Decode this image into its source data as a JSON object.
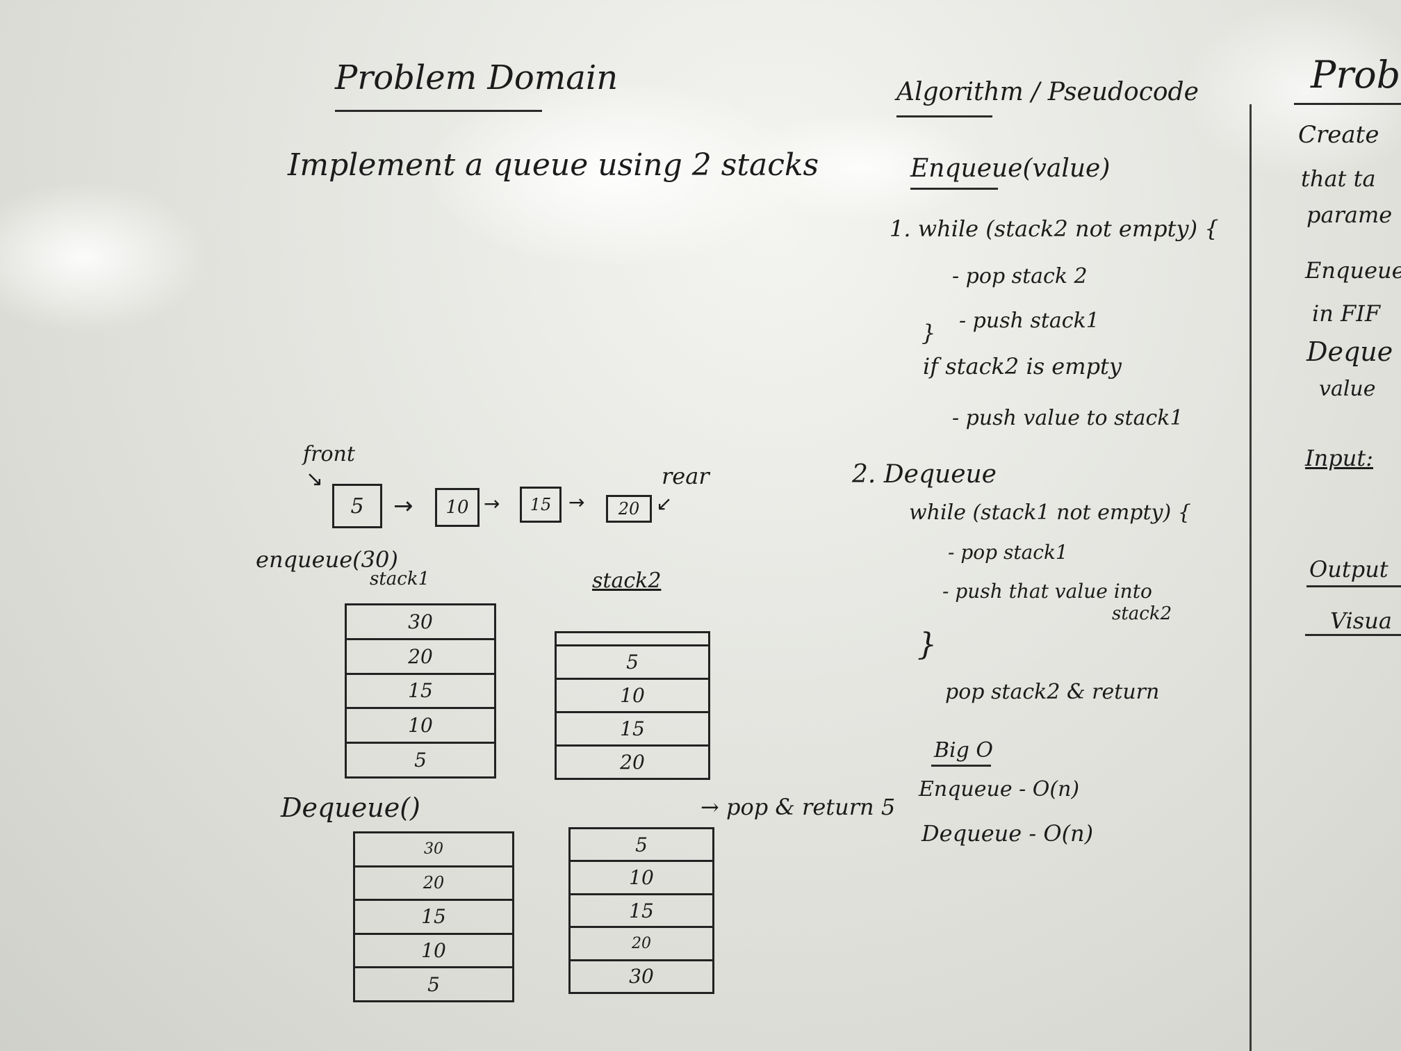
{
  "left": {
    "title": "Problem Domain",
    "problem": "Implement a queue using 2 stacks",
    "diagram": {
      "front_label": "front",
      "rear_label": "rear",
      "queue": [
        "5",
        "10",
        "15",
        "20"
      ],
      "enqueue_label": "enqueue(30)",
      "stack1_label": "stack1",
      "stack2_label": "stack2",
      "stack1_values": [
        "30",
        "20",
        "15",
        "10",
        "5"
      ],
      "stack2_values": [
        "5",
        "10",
        "15",
        "20"
      ],
      "dequeue_label": "Dequeue()",
      "dq_stack1_values": [
        "30",
        "20",
        "15",
        "10",
        "5"
      ],
      "dq_stack2_values": [
        "5",
        "10",
        "15",
        "20",
        "30"
      ],
      "pop_note": "→ pop & return 5"
    }
  },
  "middle": {
    "title": "Algorithm / Pseudocode",
    "enqueue_heading": "Enqueue(value)",
    "enqueue_lines": [
      "1. while (stack2 not empty) {",
      "- pop stack 2",
      "- push stack1",
      "}",
      "if stack2 is empty",
      "- push value to stack1"
    ],
    "dequeue_heading": "2. Dequeue",
    "dequeue_lines": [
      "while (stack1 not empty) {",
      "- pop stack1",
      "- push that value into",
      "stack2",
      "}",
      "pop stack2 & return"
    ],
    "bigo_heading": "Big O",
    "bigo_lines": [
      "Enqueue - O(n)",
      "Dequeue - O(n)"
    ]
  },
  "right": {
    "title": "Proble",
    "lines": [
      "Create",
      "that ta",
      "parame",
      "Enqueue",
      "in FIF",
      "Deque",
      "value"
    ],
    "input_label": "Input:",
    "output_label": "Output",
    "visual_label": "Visua"
  }
}
